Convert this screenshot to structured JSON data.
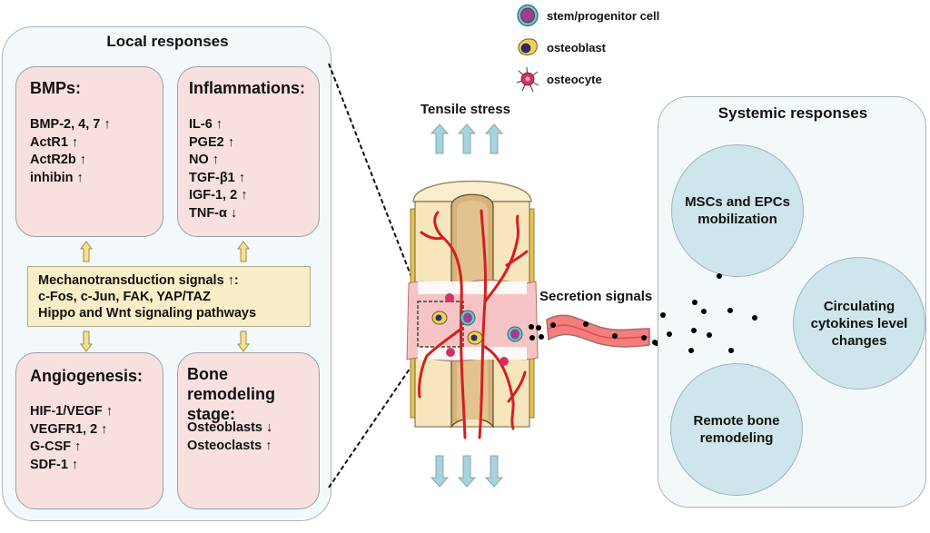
{
  "legend": [
    {
      "icon": "stem-progenitor-cell-icon",
      "label": "stem/progenitor cell"
    },
    {
      "icon": "osteoblast-icon",
      "label": "osteoblast"
    },
    {
      "icon": "osteocyte-icon",
      "label": "osteocyte"
    }
  ],
  "local": {
    "title": "Local responses",
    "bmps": {
      "title": "BMPs:",
      "items": [
        "BMP-2, 4, 7 ↑",
        "ActR1 ↑",
        "ActR2b ↑",
        "inhibin ↑"
      ]
    },
    "inflammations": {
      "title": "Inflammations:",
      "items": [
        "IL-6 ↑",
        "PGE2 ↑",
        "NO ↑",
        "TGF-β1 ↑",
        "IGF-1, 2 ↑",
        "TNF-α ↓"
      ]
    },
    "mechanotransduction": {
      "lines": [
        "Mechanotransduction signals ↑:",
        "c-Fos, c-Jun, FAK, YAP/TAZ",
        "Hippo and Wnt signaling pathways"
      ]
    },
    "angiogenesis": {
      "title": "Angiogenesis:",
      "items": [
        "HIF-1/VEGF ↑",
        "VEGFR1, 2 ↑",
        "G-CSF ↑",
        "SDF-1 ↑"
      ]
    },
    "remodeling": {
      "title_lines": [
        "Bone remodeling",
        "stage:"
      ],
      "items": [
        "Osteoblasts ↓",
        "Osteoclasts ↑"
      ]
    }
  },
  "center": {
    "tensile_label": "Tensile stress",
    "secretion_label": "Secretion signals"
  },
  "systemic": {
    "title": "Systemic responses",
    "circles": [
      {
        "lines": [
          "MSCs and EPCs",
          "mobilization"
        ]
      },
      {
        "lines": [
          "Circulating",
          "cytokines level",
          "changes"
        ]
      },
      {
        "lines": [
          "Remote bone",
          "remodeling"
        ]
      }
    ]
  },
  "colors": {
    "panel_bg": "#f3f9fb",
    "pink_box": "#f9e0e0",
    "yellow_box": "#faeec8",
    "circle_fill": "#cfe5ec",
    "arrow_blue": "#a8d3dc",
    "arrow_yellow": "#f7e08a",
    "vessel_red": "#d41f1f"
  }
}
